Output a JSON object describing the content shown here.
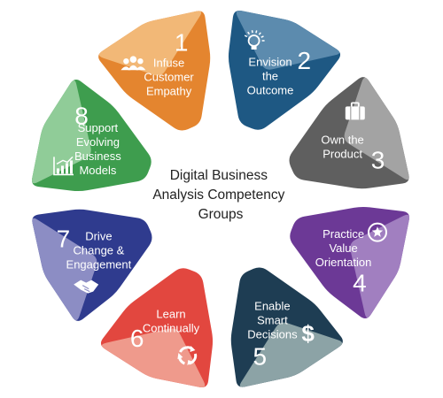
{
  "center_title": [
    "Digital Business",
    "Analysis Competency",
    "Groups"
  ],
  "segments": [
    {
      "number": "1",
      "label": [
        "Infuse",
        "Customer",
        "Empathy"
      ],
      "color": "#E4852F",
      "light": "#F2B877",
      "icon": "people-icon"
    },
    {
      "number": "2",
      "label": [
        "Envision",
        "the",
        "Outcome"
      ],
      "color": "#1E5883",
      "light": "#5C8BAE",
      "icon": "lightbulb-icon"
    },
    {
      "number": "3",
      "label": [
        "Own the",
        "Product"
      ],
      "color": "#5F5F5F",
      "light": "#A3A3A3",
      "icon": "briefcase-icon"
    },
    {
      "number": "4",
      "label": [
        "Practice",
        "Value",
        "Orientation"
      ],
      "color": "#6C3996",
      "light": "#A17FC0",
      "icon": "award-star-icon"
    },
    {
      "number": "5",
      "label": [
        "Enable",
        "Smart",
        "Decisions"
      ],
      "color": "#1E3D53",
      "light": "#8CA3A6",
      "icon": "dollar-icon"
    },
    {
      "number": "6",
      "label": [
        "Learn",
        "Continually"
      ],
      "color": "#E2473F",
      "light": "#EF9A8C",
      "icon": "cycle-icon"
    },
    {
      "number": "7",
      "label": [
        "Drive",
        "Change &",
        "Engagement"
      ],
      "color": "#2F3B8E",
      "light": "#8C8DC4",
      "icon": "handshake-icon"
    },
    {
      "number": "8",
      "label": [
        "Support",
        "Evolving",
        "Business",
        "Models"
      ],
      "color": "#3E9D4E",
      "light": "#90CC98",
      "icon": "growth-chart-icon"
    }
  ]
}
